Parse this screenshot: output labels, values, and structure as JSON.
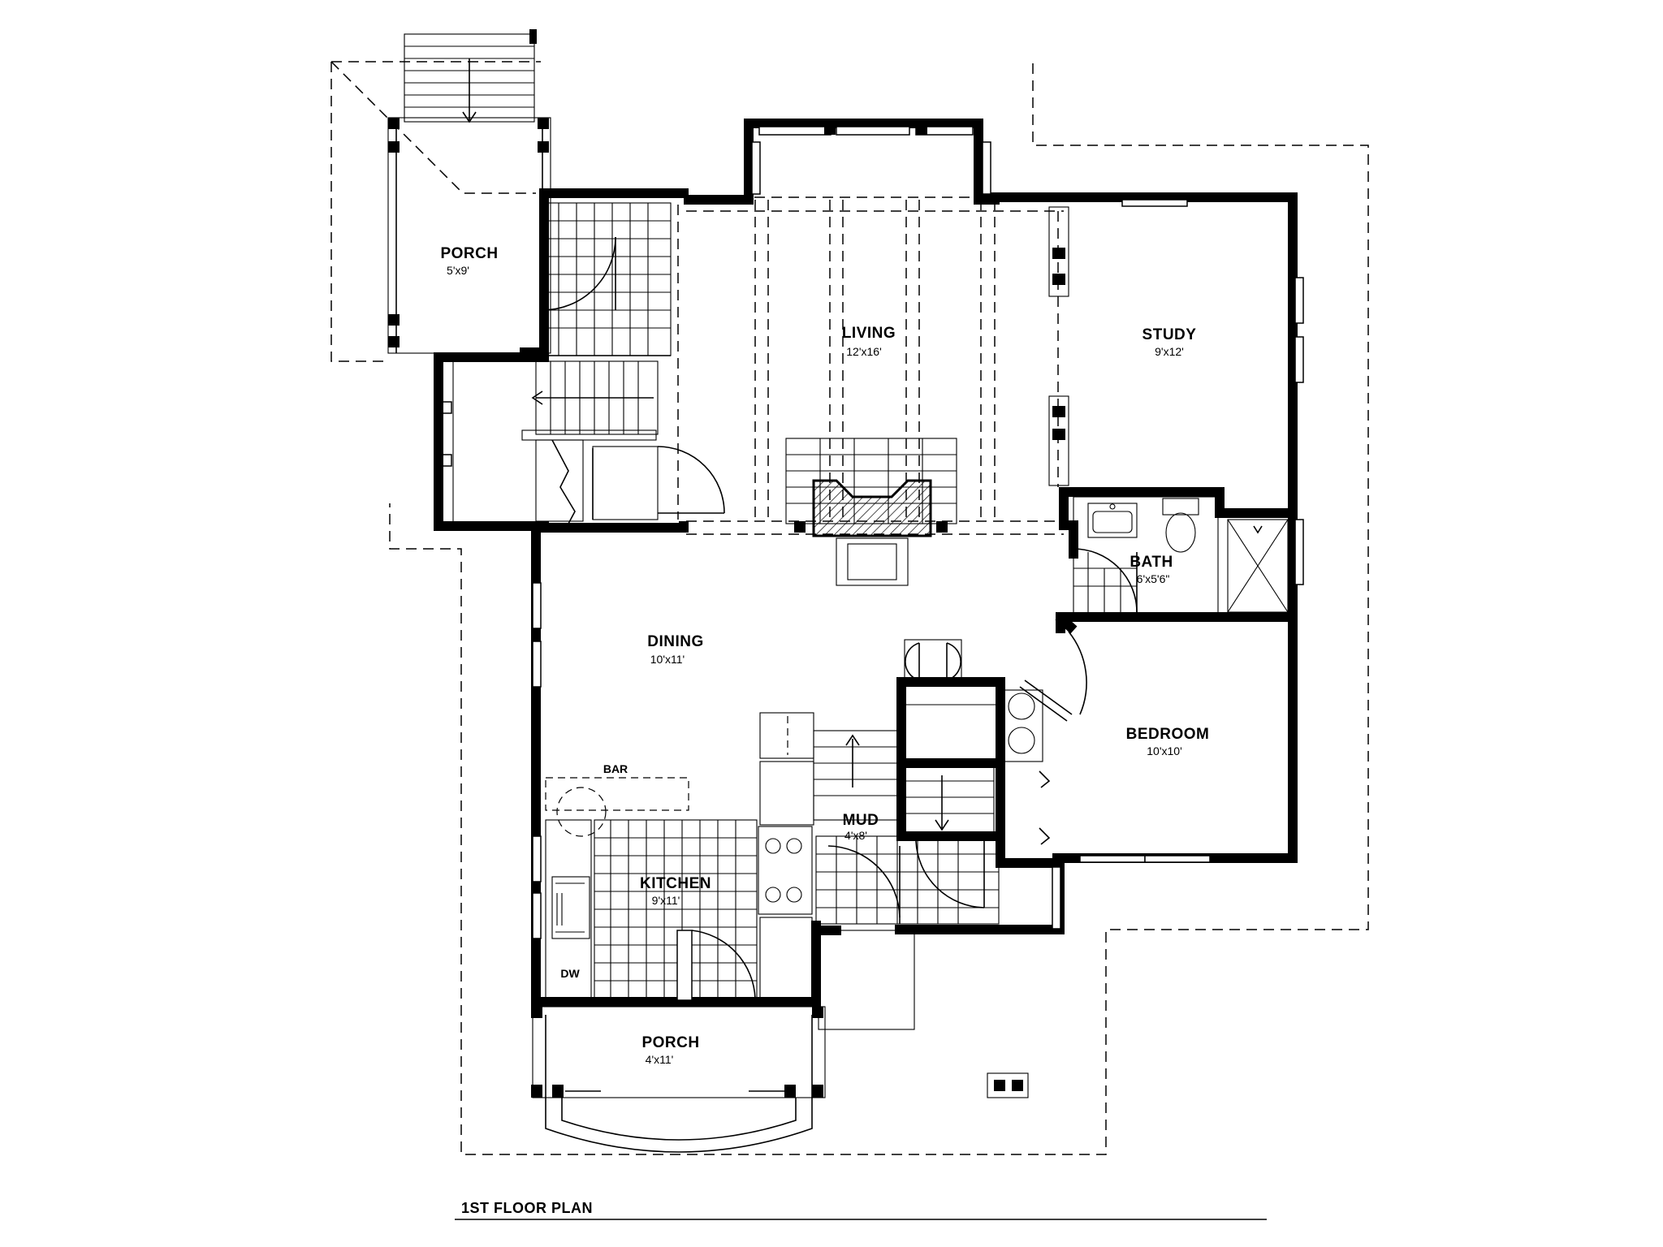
{
  "rooms": {
    "porch_top": {
      "name": "PORCH",
      "size": "5'x9'"
    },
    "living": {
      "name": "LIVING",
      "size": "12'x16'"
    },
    "study": {
      "name": "STUDY",
      "size": "9'x12'"
    },
    "bath": {
      "name": "BATH",
      "size": "6'x5'6\""
    },
    "dining": {
      "name": "DINING",
      "size": "10'x11'"
    },
    "bedroom": {
      "name": "BEDROOM",
      "size": "10'x10'"
    },
    "mud": {
      "name": "MUD",
      "size": "4'x8'"
    },
    "kitchen": {
      "name": "KITCHEN",
      "size": "9'x11'"
    },
    "porch_bottom": {
      "name": "PORCH",
      "size": "4'x11'"
    }
  },
  "labels": {
    "bar": "BAR",
    "dishwasher": "DW"
  },
  "footer": {
    "title": "1ST FLOOR PLAN"
  }
}
